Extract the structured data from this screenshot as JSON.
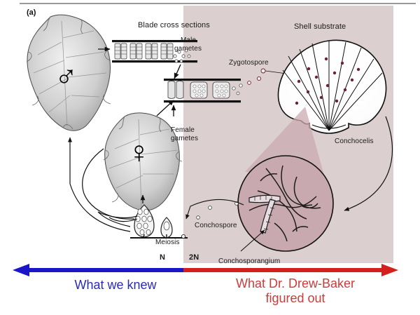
{
  "figure": {
    "panel_letter": "(a)",
    "caption_blue": "What we knew",
    "caption_red_line1": "What Dr. Drew-Baker",
    "caption_red_line2": "figured out"
  },
  "labels": {
    "blade_cross_sections": "Blade cross sections",
    "male_gametes": "Male\ngametes",
    "male_gametes_l1": "Male",
    "male_gametes_l2": "gametes",
    "female_gametes_l1": "Female",
    "female_gametes_l2": "gametes",
    "shell_substrate": "Shell substrate",
    "zygotospore": "Zygotospore",
    "conchocelis": "Conchocelis",
    "conchospore": "Conchospore",
    "conchosporangium": "Conchosporangium",
    "meiosis": "Meiosis",
    "ploidy_n": "N",
    "ploidy_2n": "2N",
    "male_symbol": "♂",
    "female_symbol": "♀"
  },
  "colors": {
    "panel_2n_background": "#dbcfcf",
    "panel_n_background": "#ffffff",
    "arrow_known": "#1a16c8",
    "arrow_discovered": "#d4201c",
    "caption_known_text": "#2b2bb5",
    "caption_discovered_text": "#cf3b3b",
    "line_art": "#111111",
    "zygotospore_dot": "#6d2230",
    "conchocelis_circle_fill": "#c9a9b0"
  }
}
